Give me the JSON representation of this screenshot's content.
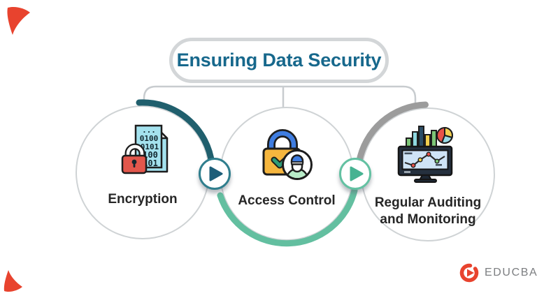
{
  "title": "Ensuring Data Security",
  "nodes": [
    {
      "label": "Encryption",
      "icon": "encrypted-document-lock-icon",
      "arc_color": "#205f6d"
    },
    {
      "label": "Access Control",
      "icon": "padlock-user-icon",
      "arc_color": "#63bfa0"
    },
    {
      "label": "Regular Auditing and Monitoring",
      "label_lines": [
        "Regular Auditing",
        "and Monitoring"
      ],
      "icon": "monitor-analytics-icon",
      "arc_color": "#9c9c9c"
    }
  ],
  "icon_text": {
    "dots": "...",
    "binary": [
      "0100",
      "0101",
      "100",
      "101"
    ]
  },
  "connectors": {
    "arrow_1": "next-arrow",
    "arrow_2": "next-arrow"
  },
  "brand": {
    "name": "EDUCBA",
    "logo": "educba-play-logo",
    "logo_color": "#e8432e",
    "text_color": "#7c7e81"
  },
  "colors": {
    "title_text": "#17688c",
    "pill_border": "#d3d6d8",
    "circle_outline": "#cfd3d5",
    "bracket_line": "#c8cccf",
    "arc_teal": "#205f6d",
    "arc_green": "#63bfa0",
    "arc_gray": "#9c9c9c",
    "arrow_ring_1": "#2f7e8d",
    "arrow_ring_2": "#63c1a2",
    "arrow_fill_1": "#1d5e79",
    "arrow_fill_2": "#47b392",
    "corner_accent": "#e8432e"
  }
}
